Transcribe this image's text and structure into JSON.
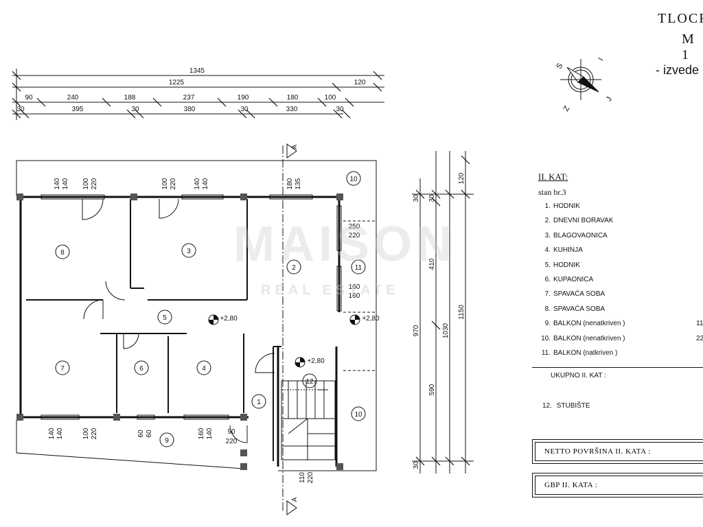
{
  "header": {
    "title_line1": "TLOCR",
    "title_line2": "M 1",
    "subtitle": "- izvede"
  },
  "compass": {
    "labels": [
      "S",
      "I",
      "Z",
      "J"
    ]
  },
  "watermark": {
    "main": "MAISON",
    "sub": "REAL ESTATE"
  },
  "dimensions": {
    "top": {
      "overall": "1345",
      "row2": "1225",
      "row2_extra": "120",
      "row3": [
        "90",
        "240",
        "188",
        "237",
        "190",
        "180",
        "100"
      ],
      "row4": [
        "30",
        "395",
        "30",
        "380",
        "30",
        "330",
        "30"
      ]
    },
    "right": {
      "outer": "1150",
      "mid": "1030",
      "inner_total": "970",
      "top_extra": "120",
      "segments": [
        "30",
        "30",
        "410",
        "590",
        "30"
      ]
    },
    "openings_top": [
      "140",
      "140",
      "100",
      "220",
      "100",
      "220",
      "140",
      "140",
      "180",
      "135"
    ],
    "openings_bottom": [
      "140",
      "140",
      "100",
      "220",
      "60",
      "60",
      "160",
      "140",
      "90",
      "220",
      "220",
      "110"
    ],
    "openings_right": [
      "250",
      "220",
      "160",
      "160"
    ]
  },
  "levels": {
    "l1": "+2,80",
    "l2": "+2,80",
    "l3": "+2,80"
  },
  "section_markers": {
    "top": "A",
    "bottom": "A"
  },
  "room_numbers": [
    "1",
    "2",
    "3",
    "4",
    "5",
    "6",
    "7",
    "8",
    "9",
    "10",
    "10",
    "11",
    "12"
  ],
  "legend": {
    "level_title": "II. KAT:",
    "unit": "stan br.3",
    "rooms": [
      {
        "num": "1.",
        "name": "HODNIK",
        "value": ""
      },
      {
        "num": "2.",
        "name": "DNEVNI BORAVAK",
        "value": ""
      },
      {
        "num": "3.",
        "name": "BLAGOVAONICA",
        "value": ""
      },
      {
        "num": "4.",
        "name": "KUHINJA",
        "value": ""
      },
      {
        "num": "5.",
        "name": "HODNIK",
        "value": ""
      },
      {
        "num": "6.",
        "name": "KUPAONICA",
        "value": ""
      },
      {
        "num": "7.",
        "name": "SPAVAĆA SOBA",
        "value": ""
      },
      {
        "num": "8.",
        "name": "SPAVAĆA SOBA",
        "value": ""
      },
      {
        "num": "9.",
        "name": "BALKON (nenatkriven )",
        "value": "11"
      },
      {
        "num": "10.",
        "name": "BALKON (nenatkriven )",
        "value": "22"
      },
      {
        "num": "11.",
        "name": "BALKON (natkriven )",
        "value": ""
      }
    ],
    "total_label": "UKUPNO II. KAT :",
    "stair": {
      "num": "12.",
      "name": "STUBIŠTE"
    },
    "netto_label": "NETTO POVRŠINA  II. KATA :",
    "gbp_label": "GBP  II. KATA :"
  }
}
